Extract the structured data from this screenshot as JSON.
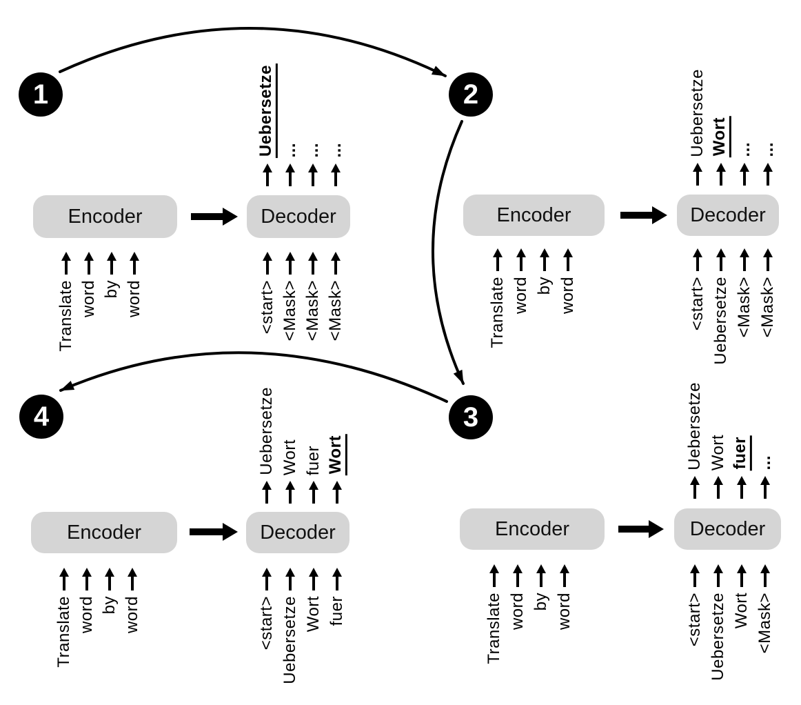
{
  "colors": {
    "box_fill": "#d5d5d5",
    "ink": "#000000",
    "badge_fill": "#000000",
    "badge_text": "#ffffff"
  },
  "steps": [
    {
      "number": "1",
      "encoder": {
        "label": "Encoder",
        "inputs": [
          "Translate",
          "word",
          "by",
          "word"
        ]
      },
      "decoder": {
        "label": "Decoder",
        "inputs": [
          "<start>",
          "<Mask>",
          "<Mask>",
          "<Mask>"
        ],
        "outputs": [
          "Uebersetze",
          "...",
          "...",
          "..."
        ],
        "highlighted_output": "Uebersetze"
      }
    },
    {
      "number": "2",
      "encoder": {
        "label": "Encoder",
        "inputs": [
          "Translate",
          "word",
          "by",
          "word"
        ]
      },
      "decoder": {
        "label": "Decoder",
        "inputs": [
          "<start>",
          "Uebersetze",
          "<Mask>",
          "<Mask>"
        ],
        "outputs": [
          "Uebersetze",
          "Wort",
          "...",
          "..."
        ],
        "highlighted_output": "Wort"
      }
    },
    {
      "number": "3",
      "encoder": {
        "label": "Encoder",
        "inputs": [
          "Translate",
          "word",
          "by",
          "word"
        ]
      },
      "decoder": {
        "label": "Decoder",
        "inputs": [
          "<start>",
          "Uebersetze",
          "Wort",
          "<Mask>"
        ],
        "outputs": [
          "Uebersetze",
          "Wort",
          "fuer",
          "..."
        ],
        "highlighted_output": "fuer"
      }
    },
    {
      "number": "4",
      "encoder": {
        "label": "Encoder",
        "inputs": [
          "Translate",
          "word",
          "by",
          "word"
        ]
      },
      "decoder": {
        "label": "Decoder",
        "inputs": [
          "<start>",
          "Uebersetze",
          "Wort",
          "fuer"
        ],
        "outputs": [
          "Uebersetze",
          "Wort",
          "fuer",
          "Wort"
        ],
        "highlighted_output": "Wort"
      }
    }
  ]
}
